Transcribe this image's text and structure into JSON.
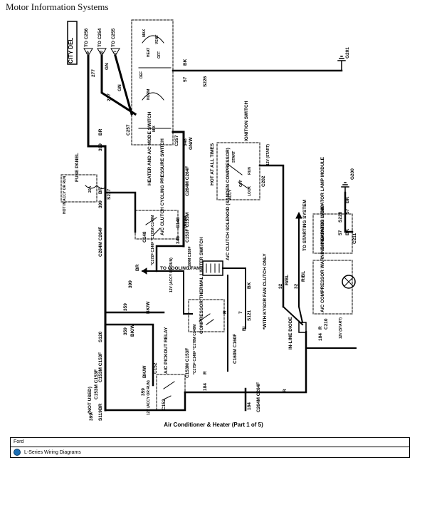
{
  "header": "Motor Information Systems",
  "caption": "Air Conditioner & Heater (Part 1 of 5)",
  "footer": {
    "brand": "Ford",
    "link": "L-Series Wiring Diagrams"
  },
  "labels": {
    "city_del": "CITY DEL",
    "to_a": "TO C256",
    "to_b": "TO C254",
    "to_c": "TO C255",
    "pin_a": "A",
    "pin_b": "B",
    "pin_c": "C",
    "w277a": "277",
    "wgna": "GN",
    "w277b": "277",
    "wgnb": "GN",
    "w399": "399",
    "wbr": "BR",
    "c257a": "C257",
    "c257b": "C257",
    "switch_name": "HEATER AND A/C MODE SWITCH",
    "w348": "348",
    "wgnw": "GN/W",
    "c264": "C264M C264F",
    "c153": "C153F C153M",
    "w348b": "348",
    "wgnw2": "GN/W",
    "bk": "BK",
    "w57": "57",
    "s226": "S226",
    "g201": "G201",
    "ign": "IGNITION SWITCH",
    "hot": "HOT AT ALL TIMES",
    "c202": "C202",
    "start": "START",
    "run": "RUN",
    "off": "OFF",
    "acc": "ACCY",
    "lock": "LOCK",
    "v12a": "12V (START)",
    "g200": "G200",
    "bk2": "BK",
    "w57b": "57",
    "s228": "S228",
    "w57c": "57",
    "bkc": "BK",
    "c211": "C211",
    "fuse": "FUSE PANEL",
    "fuse_note": "HOT IN ACCY OR RUN",
    "f20": "20A",
    "s227": "S227",
    "w399b": "399",
    "wbr2": "BR",
    "c148a": "C148",
    "cycling": "A/C CLUTCH CYCLING PRESSURE SWITCH",
    "c148b": "C148",
    "c172": "*C172F C148F *C172M C148M",
    "to_fan": "TO COOLING FAN",
    "c169": "C169M C169F",
    "w399c": "399",
    "wbr3": "BR",
    "s120": "S120",
    "w359": "359",
    "wbkw": "BK/W",
    "w359b": "359",
    "wbkw2": "BK/W",
    "v12b": "12V (ACCY OR RUN)",
    "thermal": "COMPRESSOR THERMAL LIMITER SWITCH",
    "clutch": "A/C CLUTCH SOLENOID (SANDEN COMPRESSOR)",
    "kysor": "*WITH KYSOR FAN CLUTCH ONLY",
    "bkd": "BK",
    "w7": "7",
    "s121": "S121",
    "wr": "R",
    "wbl": "BL",
    "c160": "C160M C160F",
    "w359c": "359",
    "wbkw3": "BK/W",
    "c152": "C152",
    "relay": "A/C PICKOUT RELAY",
    "c178": "*C175F C148F *C178M C148M",
    "c153b": "C153M C153F",
    "c152b": "C152",
    "v12c": "12V (ACCY OR RUN)",
    "w184": "184",
    "wr2": "R",
    "c264b": "C264M C264F",
    "w184b": "184",
    "wr3": "R",
    "not_used": "(NOT USED)",
    "c153c": "C153M C153F",
    "s119": "S119",
    "w399d": "399",
    "wbr4": "BR",
    "c153d": "C153M C153F",
    "c264c": "C264M C264F",
    "to_start": "TO STARTING SYSTEM",
    "w32": "32",
    "wrbl": "R/BL",
    "w32b": "32",
    "wrbl2": "R/BL",
    "diode": "IN-LINE DIODE",
    "w184c": "184",
    "wr4": "R",
    "c210": "C210",
    "v12d": "12V (START)",
    "rh_module": "RH WARNING INDICATOR LAMP MODULE",
    "lamp": "A/C COMPRESSOR WARNING INDICATOR LAMP",
    "max": "MAX",
    "norm": "NORM",
    "vent": "VENT",
    "heat": "HEAT",
    "off2": "OFF",
    "def": "DEF",
    "mix": "MIX"
  }
}
